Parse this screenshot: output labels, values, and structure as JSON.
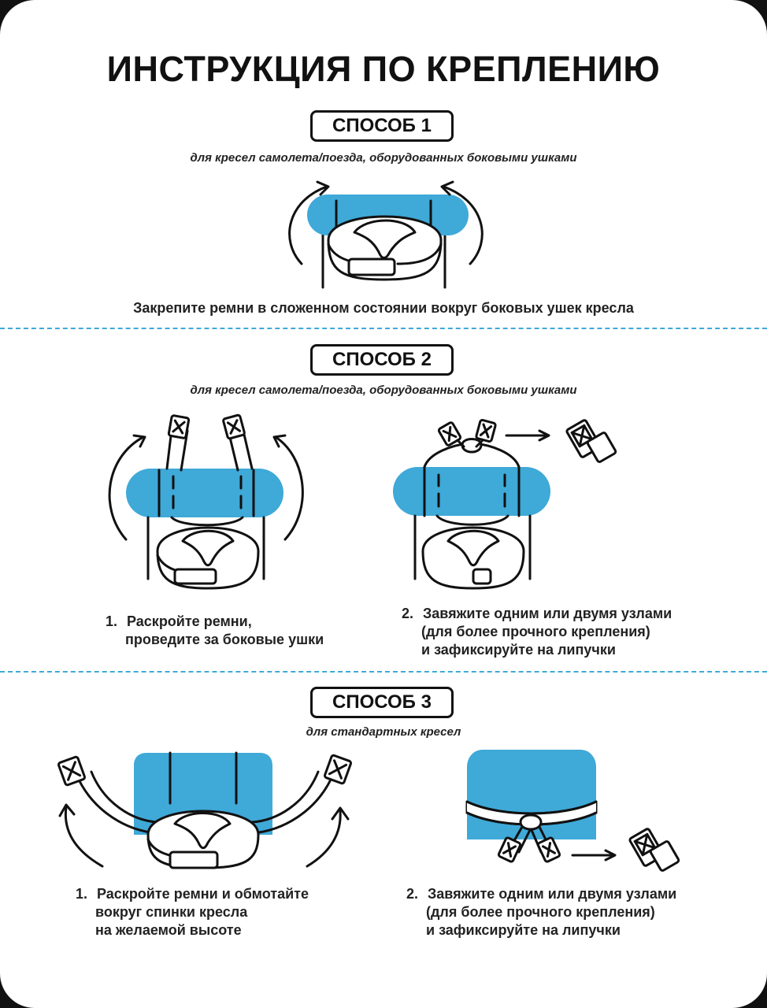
{
  "title": "ИНСТРУКЦИЯ ПО КРЕПЛЕНИЮ",
  "colors": {
    "accent": "#3fa9d8",
    "ink": "#111111",
    "background": "#ffffff"
  },
  "method1": {
    "badge": "СПОСОБ 1",
    "subtitle": "для кресел самолета/поезда, оборудованных боковыми ушками",
    "caption": "Закрепите ремни в сложенном состоянии вокруг боковых ушек кресла"
  },
  "method2": {
    "badge": "СПОСОБ 2",
    "subtitle": "для кресел самолета/поезда, оборудованных боковыми ушками",
    "step1": {
      "num": "1.",
      "line1": "Раскройте ремни,",
      "line2": "проведите за боковые ушки"
    },
    "step2": {
      "num": "2.",
      "line1": "Завяжите одним или двумя узлами",
      "line2": "(для более прочного крепления)",
      "line3": "и зафиксируйте на липучки"
    }
  },
  "method3": {
    "badge": "СПОСОБ 3",
    "subtitle": "для стандартных кресел",
    "step1": {
      "num": "1.",
      "line1": "Раскройте ремни и обмотайте",
      "line2": "вокруг спинки кресла",
      "line3": "на желаемой высоте"
    },
    "step2": {
      "num": "2.",
      "line1": "Завяжите одним или двумя узлами",
      "line2": "(для более прочного крепления)",
      "line3": "и зафиксируйте на липучки"
    }
  },
  "icons": [
    "arrow-curved-icon",
    "arrow-right-icon",
    "pillow-icon",
    "seat-headrest-icon",
    "strap-icon",
    "velcro-tab-icon"
  ]
}
